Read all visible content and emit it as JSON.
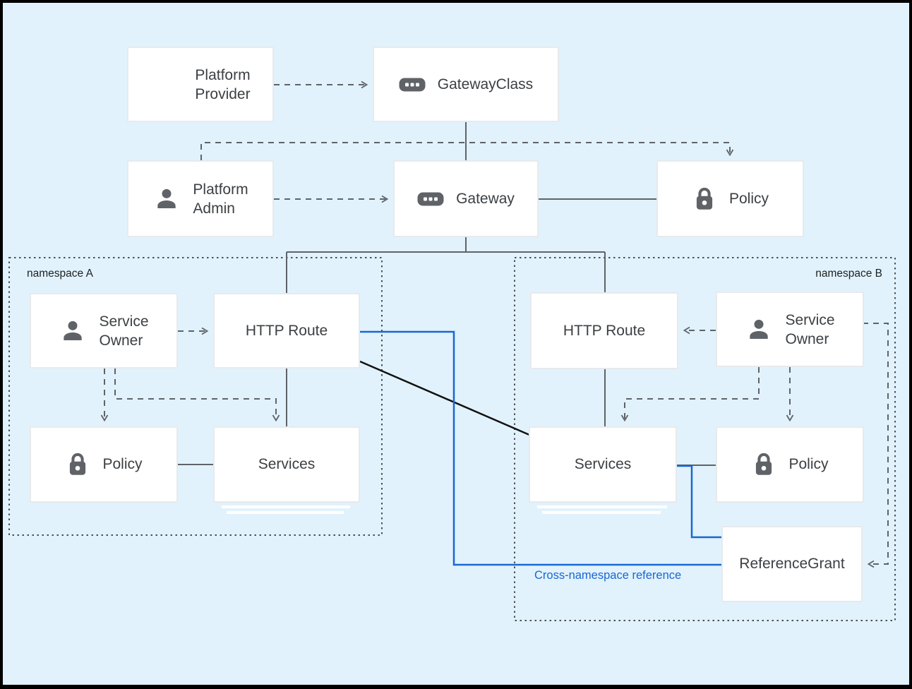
{
  "namespaces": {
    "a": {
      "label": "namespace A"
    },
    "b": {
      "label": "namespace B"
    }
  },
  "nodes": {
    "platform_provider": {
      "line1": "Platform",
      "line2": "Provider",
      "icon": "google-cloud-icon"
    },
    "gateway_class": {
      "label": "GatewayClass",
      "icon": "resource-chip-icon"
    },
    "platform_admin": {
      "line1": "Platform",
      "line2": "Admin",
      "icon": "person-icon"
    },
    "gateway": {
      "label": "Gateway",
      "icon": "resource-chip-icon"
    },
    "policy_top": {
      "label": "Policy",
      "icon": "lock-icon"
    },
    "service_owner_a": {
      "line1": "Service",
      "line2": "Owner",
      "icon": "person-icon"
    },
    "http_route_a": {
      "label": "HTTP Route"
    },
    "policy_a": {
      "label": "Policy",
      "icon": "lock-icon"
    },
    "services_a": {
      "label": "Services"
    },
    "http_route_b": {
      "label": "HTTP Route"
    },
    "service_owner_b": {
      "line1": "Service",
      "line2": "Owner",
      "icon": "person-icon"
    },
    "services_b": {
      "label": "Services"
    },
    "policy_b": {
      "label": "Policy",
      "icon": "lock-icon"
    },
    "reference_grant": {
      "label": "ReferenceGrant"
    }
  },
  "annotation": {
    "cross_namespace_reference": "Cross-namespace reference"
  },
  "colors": {
    "background": "#e1f2fc",
    "frame_border": "#000000",
    "node_fill": "#ffffff",
    "node_border": "#e7eaec",
    "label_text": "#3c4043",
    "connector_gray": "#5f6368",
    "black_line": "#111111",
    "reference_blue": "#1967d2",
    "icon_gray": "#5f6368",
    "google_red": "#ea4335",
    "google_blue": "#4285f4",
    "google_green": "#34a853",
    "google_yellow": "#fbbc05"
  }
}
